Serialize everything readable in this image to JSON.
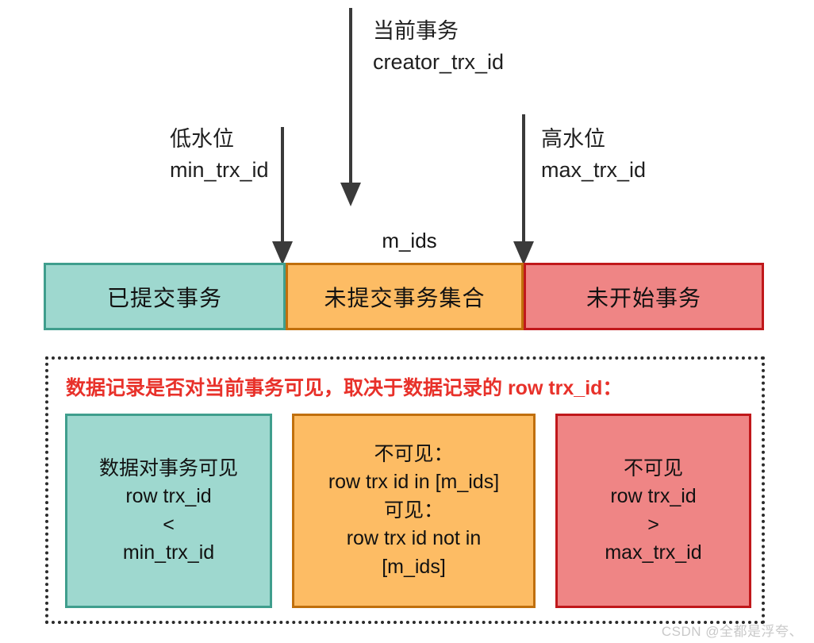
{
  "diagram": {
    "annotations": [
      {
        "name": "creator-trx",
        "line1": "当前事务",
        "line2": "creator_trx_id"
      },
      {
        "name": "low-water-mark",
        "line1": "低水位",
        "line2": "min_trx_id"
      },
      {
        "name": "high-water-mark",
        "line1": "高水位",
        "line2": "max_trx_id"
      }
    ],
    "mids_label": "m_ids",
    "bar_segments": [
      {
        "key": "committed",
        "label": "已提交事务",
        "fill": "#9ed8cf",
        "border": "#3f9e8d"
      },
      {
        "key": "active",
        "label": "未提交事务集合",
        "fill": "#fdbc64",
        "border": "#c06f0c"
      },
      {
        "key": "future",
        "label": "未开始事务",
        "fill": "#ef8585",
        "border": "#c0181b"
      }
    ],
    "panel": {
      "title": "数据记录是否对当前事务可见，取决于数据记录的 row trx_id：",
      "title_color": "#e8312a",
      "cards": [
        {
          "key": "visible",
          "fill": "#9ed8cf",
          "border": "#3f9e8d",
          "lines": [
            "数据对事务可见",
            "row trx_id",
            "<",
            "min_trx_id"
          ]
        },
        {
          "key": "in-mids",
          "fill": "#fdbc64",
          "border": "#c06f0c",
          "lines": [
            "不可见：",
            "row trx id in [m_ids]",
            "可见：",
            "row trx id not in",
            "[m_ids]"
          ]
        },
        {
          "key": "not-started",
          "fill": "#ef8585",
          "border": "#c0181b",
          "lines": [
            "不可见",
            "row trx_id",
            ">",
            "max_trx_id"
          ]
        }
      ]
    },
    "arrow_color": "#3a3a3a",
    "watermark": "CSDN @全都是浮夸、"
  }
}
